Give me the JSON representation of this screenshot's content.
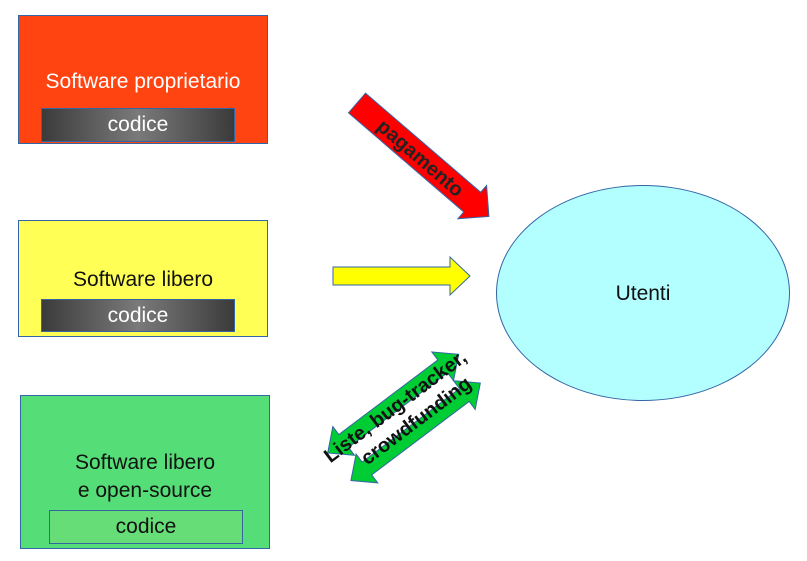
{
  "boxes": {
    "proprietary": {
      "title": "Software proprietario",
      "code": "codice",
      "color": "#ff4411"
    },
    "free": {
      "title": "Software libero",
      "code": "codice",
      "color": "#ffff55"
    },
    "open": {
      "title_line1": "Software libero",
      "title_line2": "e open-source",
      "code": "codice",
      "color": "#55dd77"
    }
  },
  "users": {
    "label": "Utenti",
    "color": "#b3ffff"
  },
  "arrows": {
    "payment": {
      "label": "pagamento",
      "color": "#ff0000"
    },
    "direct": {
      "color": "#ffff00"
    },
    "feedback": {
      "label_line1": "Liste, bug-tracker,",
      "label_line2": "crowdfunding",
      "color": "#00cc33"
    }
  },
  "colors": {
    "border": "#3465a4"
  }
}
